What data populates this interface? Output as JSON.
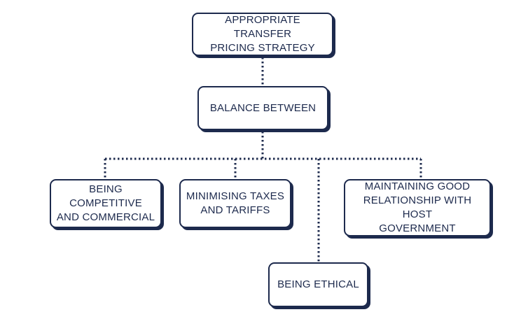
{
  "diagram": {
    "root": "APPROPRIATE TRANSFER\nPRICING STRATEGY",
    "middle": "BALANCE BETWEEN",
    "children": [
      "BEING COMPETITIVE\nAND COMMERCIAL",
      "MINIMISING TAXES\nAND TARIFFS",
      "MAINTAINING GOOD\nRELATIONSHIP WITH HOST\nGOVERNMENT",
      "BEING ETHICAL"
    ]
  },
  "colors": {
    "ink": "#1d2a4d",
    "background": "#ffffff"
  }
}
